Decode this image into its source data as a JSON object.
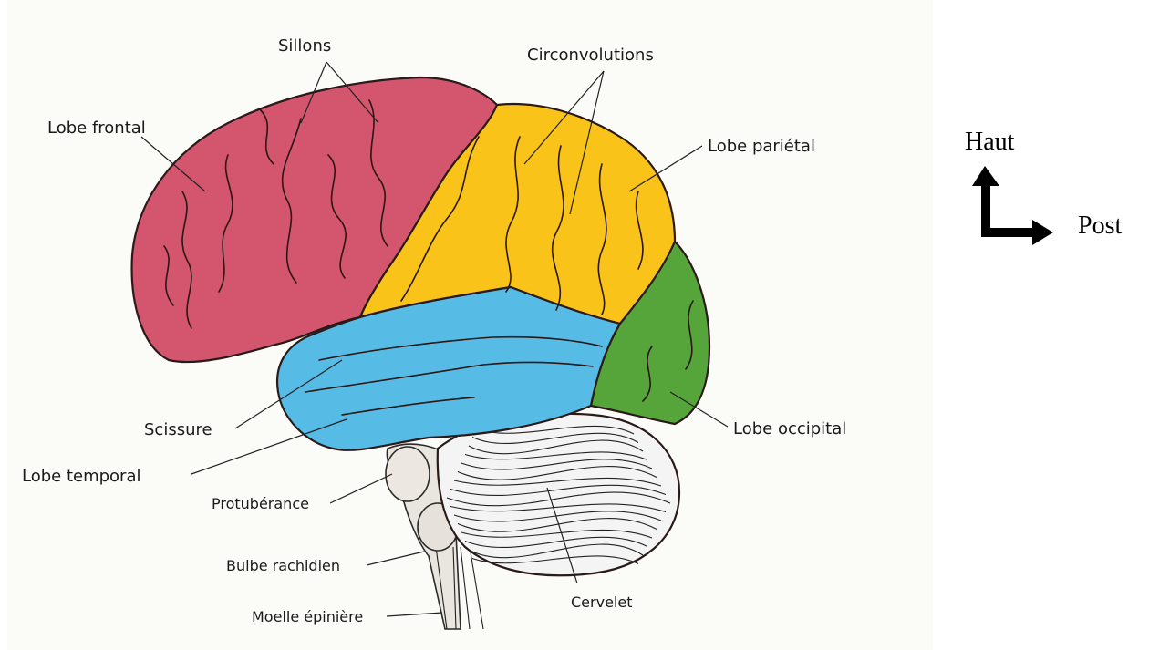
{
  "labels": {
    "sillons": "Sillons",
    "circonvolutions": "Circonvolutions",
    "lobe_frontal": "Lobe frontal",
    "lobe_parietal": "Lobe pariétal",
    "lobe_occipital": "Lobe occipital",
    "lobe_temporal": "Lobe temporal",
    "scissure": "Scissure",
    "protuberance": "Protubérance",
    "bulbe_rachidien": "Bulbe rachidien",
    "moelle_epiniere": "Moelle épinière",
    "cervelet": "Cervelet"
  },
  "orientation": {
    "up": "Haut",
    "posterior": "Post"
  },
  "colors": {
    "frontal": "#d3566e",
    "parietal": "#f9c31a",
    "temporal": "#56bce6",
    "occipital": "#56a53b",
    "cerebellum": "#f4f4f4",
    "brainstem": "#e9e5df"
  }
}
